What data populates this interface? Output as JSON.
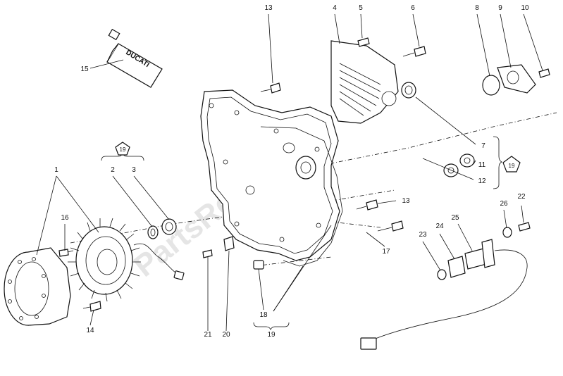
{
  "diagram": {
    "watermark": "PartsRepublik",
    "tube_brand": "DUCATI",
    "callouts": [
      {
        "id": "c1",
        "text": "1"
      },
      {
        "id": "c2",
        "text": "2"
      },
      {
        "id": "c3",
        "text": "3"
      },
      {
        "id": "c4",
        "text": "4"
      },
      {
        "id": "c5",
        "text": "5"
      },
      {
        "id": "c6",
        "text": "6"
      },
      {
        "id": "c7",
        "text": "7"
      },
      {
        "id": "c8",
        "text": "8"
      },
      {
        "id": "c9",
        "text": "9"
      },
      {
        "id": "c10",
        "text": "10"
      },
      {
        "id": "c11",
        "text": "11"
      },
      {
        "id": "c12",
        "text": "12"
      },
      {
        "id": "c13a",
        "text": "13"
      },
      {
        "id": "c13b",
        "text": "13"
      },
      {
        "id": "c14",
        "text": "14"
      },
      {
        "id": "c15",
        "text": "15"
      },
      {
        "id": "c16",
        "text": "16"
      },
      {
        "id": "c17",
        "text": "17"
      },
      {
        "id": "c18",
        "text": "18"
      },
      {
        "id": "c19",
        "text": "19"
      },
      {
        "id": "c20",
        "text": "20"
      },
      {
        "id": "c21",
        "text": "21"
      },
      {
        "id": "c22",
        "text": "22"
      },
      {
        "id": "c23",
        "text": "23"
      },
      {
        "id": "c24",
        "text": "24"
      },
      {
        "id": "c25",
        "text": "25"
      },
      {
        "id": "c26",
        "text": "26"
      }
    ],
    "group_tags": [
      {
        "id": "g1",
        "text": "19"
      },
      {
        "id": "g2",
        "text": "19"
      }
    ]
  }
}
